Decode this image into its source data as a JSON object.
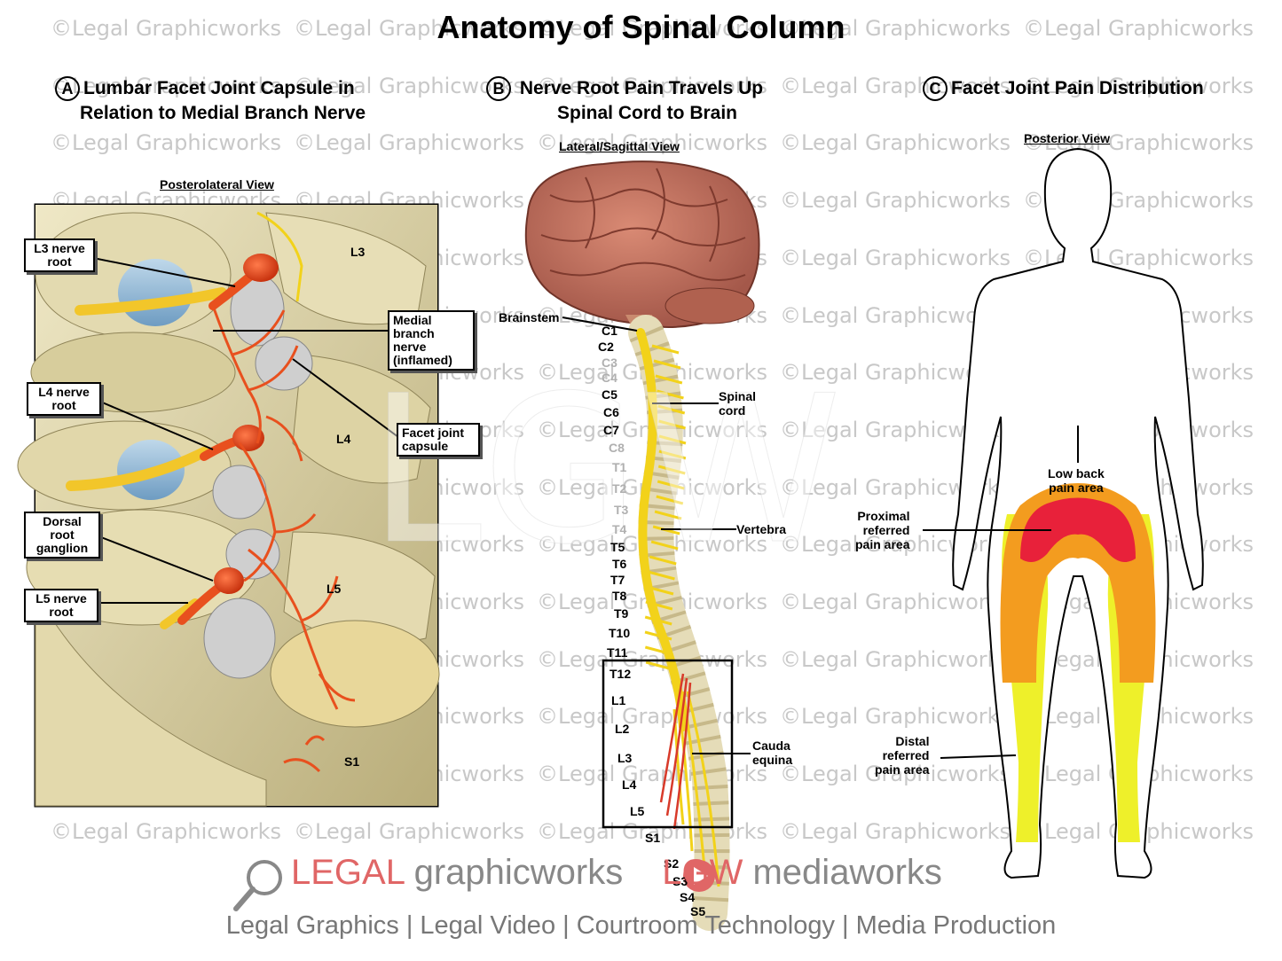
{
  "title": "Anatomy of Spinal Column",
  "watermark_text": "©Legal Graphicworks",
  "section_a": {
    "letter": "A",
    "line1": "Lumbar Facet Joint Capsule in",
    "line2": "Relation to Medial Branch Nerve",
    "view": "Posterolateral View",
    "callouts": {
      "l3_root": [
        "L3 nerve",
        "root"
      ],
      "medial_branch": [
        "Medial",
        "branch",
        "nerve",
        "(inflamed)"
      ],
      "l4_root": [
        "L4 nerve",
        "root"
      ],
      "facet_capsule": [
        "Facet joint",
        "capsule"
      ],
      "drg": [
        "Dorsal",
        "root",
        "ganglion"
      ],
      "l5_root": [
        "L5 nerve",
        "root"
      ]
    },
    "levels": [
      "L3",
      "L4",
      "L5",
      "S1"
    ]
  },
  "section_b": {
    "letter": "B",
    "line1": "Nerve Root Pain Travels Up",
    "line2": "Spinal Cord to Brain",
    "view": "Lateral/Sagittal View",
    "labels": {
      "brainstem": "Brainstem",
      "spinal_cord": [
        "Spinal",
        "cord"
      ],
      "vertebra": "Vertebra",
      "cauda": [
        "Cauda",
        "equina"
      ]
    },
    "vertebrae": [
      "C1",
      "C2",
      "C3",
      "C4",
      "C5",
      "C6",
      "C7",
      "C8",
      "T1",
      "T2",
      "T3",
      "T4",
      "T5",
      "T6",
      "T7",
      "T8",
      "T9",
      "T10",
      "T11",
      "T12",
      "L1",
      "L2",
      "L3",
      "L4",
      "L5",
      "S1",
      "S2",
      "S3",
      "S4",
      "S5"
    ]
  },
  "section_c": {
    "letter": "C",
    "line1": "Facet Joint Pain Distribution",
    "view": "Posterior View",
    "labels": {
      "low_back": [
        "Low back",
        "pain area"
      ],
      "proximal": [
        "Proximal",
        "referred",
        "pain area"
      ],
      "distal": [
        "Distal",
        "referred",
        "pain area"
      ]
    }
  },
  "footer": {
    "legal": "LEGAL",
    "graphicworks": " graphicworks",
    "lgw": "LGW",
    "mediaworks": " mediaworks",
    "tagline": "Legal Graphics | Legal Video | Courtroom Technology | Media Production"
  },
  "colors": {
    "nerve": "#e8501e",
    "cord": "#f2d21a",
    "pain_core": "#e8213a",
    "pain_mid": "#f39c1f",
    "pain_outer": "#eef02a",
    "brain": "#c2715e",
    "bone": "#d9d0a4"
  }
}
